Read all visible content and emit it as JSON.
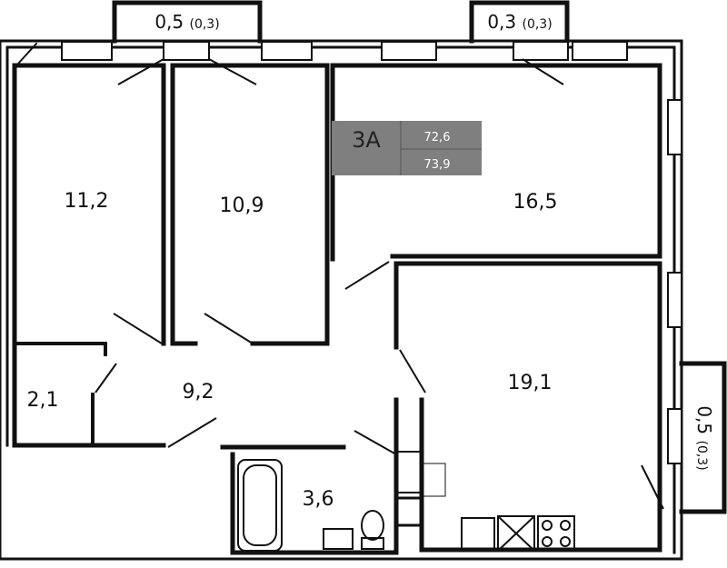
{
  "apartment": {
    "type": "3A",
    "area_total": "72,6",
    "area_with_balcony": "73,9",
    "label_bg": "#7f7f7f"
  },
  "rooms": [
    {
      "name": "bedroom-left",
      "area": "11,2"
    },
    {
      "name": "bedroom-middle",
      "area": "10,9"
    },
    {
      "name": "living-room",
      "area": "16,5"
    },
    {
      "name": "kitchen-living",
      "area": "19,1"
    },
    {
      "name": "hallway",
      "area": "9,2"
    },
    {
      "name": "storage",
      "area": "2,1"
    },
    {
      "name": "bathroom",
      "area": "3,6"
    }
  ],
  "balconies": [
    {
      "name": "balcony-top-left",
      "area": "0,5",
      "reduced": "(0,3)"
    },
    {
      "name": "balcony-top-right",
      "area": "0,3",
      "reduced": "(0,3)"
    },
    {
      "name": "balcony-right",
      "area": "0,5",
      "reduced": "(0,3)"
    }
  ]
}
